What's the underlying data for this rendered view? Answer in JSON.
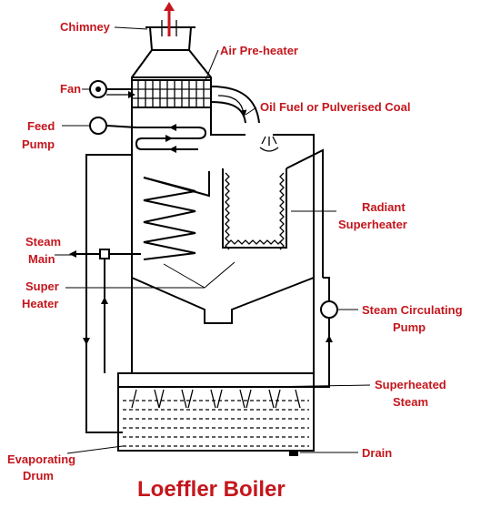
{
  "title": "Loeffler Boiler",
  "labels": {
    "chimney": "Chimney",
    "air_preheater": "Air Pre-heater",
    "fan": "Fan",
    "fuel": "Oil Fuel or Pulverised Coal",
    "feed_pump_line1": "Feed",
    "feed_pump_line2": "Pump",
    "radiant_superheater_line1": "Radiant",
    "radiant_superheater_line2": "Superheater",
    "steam_main_line1": "Steam",
    "steam_main_line2": "Main",
    "super_heater_line1": "Super",
    "super_heater_line2": "Heater",
    "circulating_pump_line1": "Steam Circulating",
    "circulating_pump_line2": "Pump",
    "superheated_steam_line1": "Superheated",
    "superheated_steam_line2": "Steam",
    "drain": "Drain",
    "evaporating_drum_line1": "Evaporating",
    "evaporating_drum_line2": "Drum"
  },
  "colors": {
    "label": "#c4161c",
    "ink": "#000000",
    "background": "#ffffff"
  }
}
